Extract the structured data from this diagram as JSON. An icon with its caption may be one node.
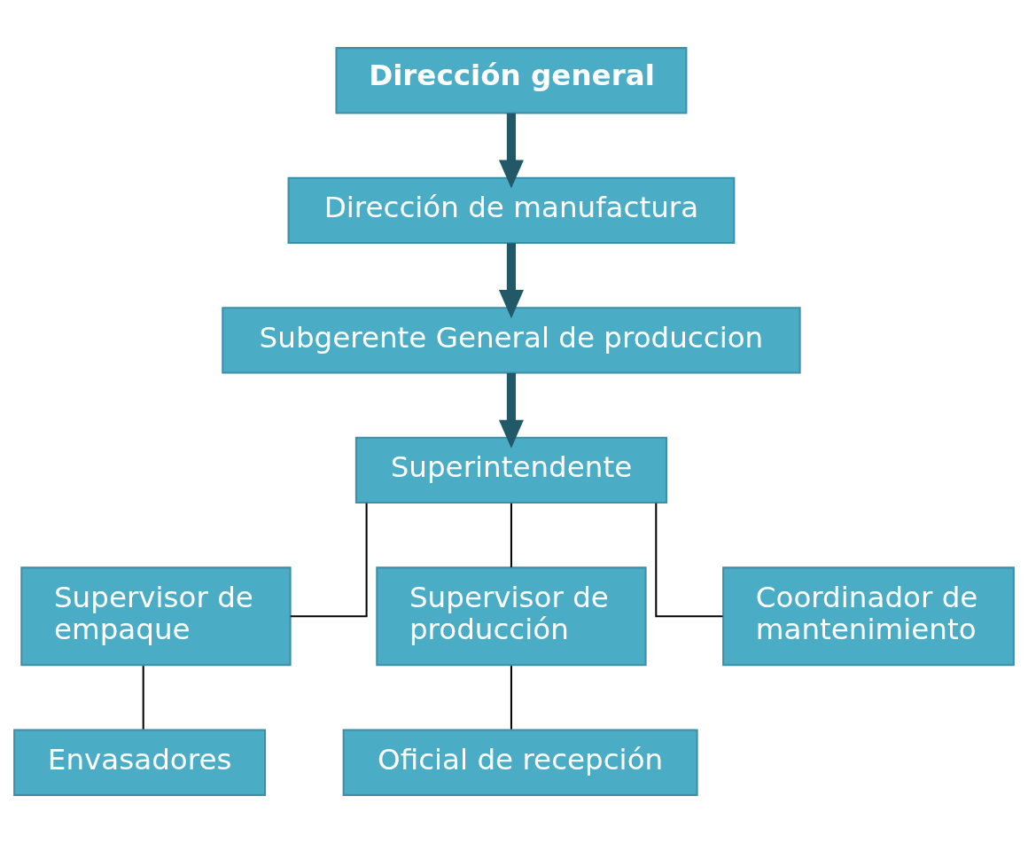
{
  "diagram": {
    "nodes": [
      {
        "text": [
          "Dirección general"
        ]
      },
      {
        "text": [
          "Dirección de manufactura"
        ]
      },
      {
        "text": [
          "Subgerente General de produccion"
        ]
      },
      {
        "text": [
          "Superintendente"
        ]
      },
      {
        "text": [
          "Supervisor de empaque"
        ]
      },
      {
        "text": [
          "Supervisor de producción"
        ]
      },
      {
        "text": [
          "Coordinador de mantenimiento"
        ]
      },
      {
        "text": [
          "Envasadores"
        ]
      },
      {
        "text": [
          "Oficial de recepción"
        ]
      }
    ],
    "edges": [
      {
        "from": 0,
        "to": 1,
        "arrow": "to",
        "style": "thick",
        "color": "#215968"
      },
      {
        "from": 1,
        "to": 2,
        "arrow": "to",
        "style": "thick",
        "color": "#215968"
      },
      {
        "from": 2,
        "to": 3,
        "arrow": "to",
        "style": "thick",
        "color": "#215968"
      },
      {
        "from": 3,
        "to": 4,
        "arrow": "none"
      },
      {
        "from": 3,
        "to": 5,
        "arrow": "none"
      },
      {
        "from": 3,
        "to": 6,
        "arrow": "none"
      },
      {
        "from": 4,
        "to": 7,
        "arrow": "none"
      },
      {
        "from": 5,
        "to": 8,
        "arrow": "none"
      }
    ]
  }
}
